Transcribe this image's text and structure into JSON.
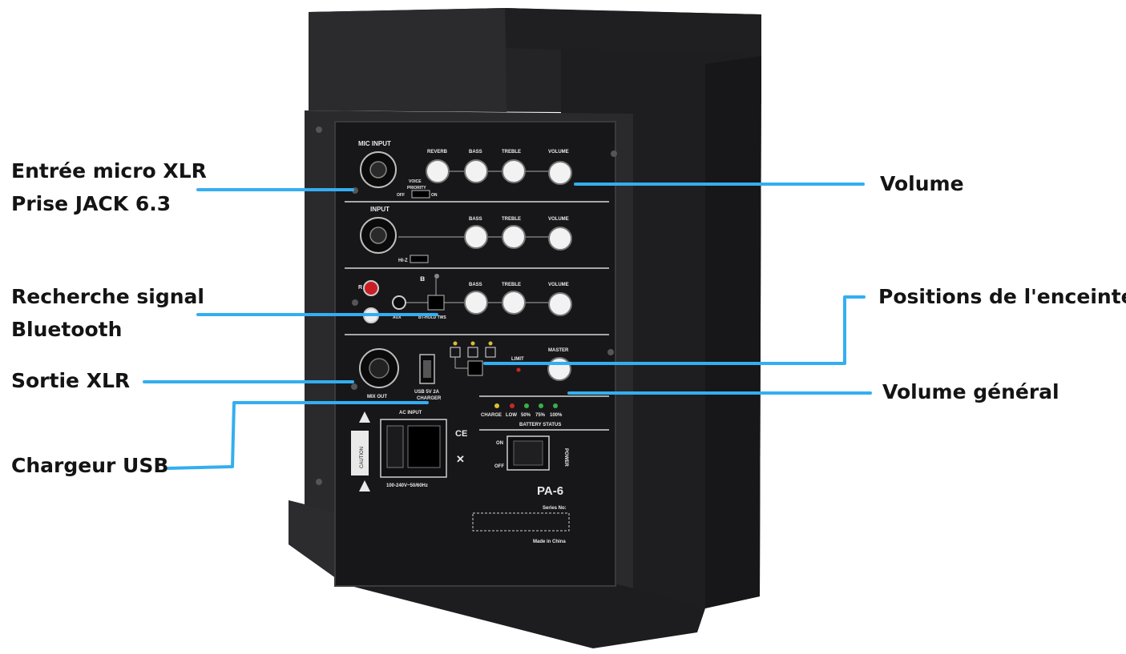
{
  "callouts": {
    "mic_input": {
      "line1": "Entrée micro XLR",
      "line2": "Prise JACK 6.3"
    },
    "bluetooth": {
      "line1": "Recherche signal",
      "line2": "Bluetooth"
    },
    "xlr_out": "Sortie XLR",
    "usb": "Chargeur USB",
    "volume": "Volume",
    "positions": "Positions de l'enceinte",
    "master": "Volume général"
  },
  "panel": {
    "mic_input": "MIC INPUT",
    "input": "INPUT",
    "reverb": "REVERB",
    "bass": "BASS",
    "treble": "TREBLE",
    "volume": "VOLUME",
    "voice": "VOICE",
    "priority": "PRIORITY",
    "off": "OFF",
    "on": "ON",
    "hiz": "HI-Z",
    "r": "R",
    "aux": "AUX",
    "bt_hold": "BT-HOLD TWS",
    "limit": "LIMIT",
    "master": "MASTER",
    "mix_out": "MIX OUT",
    "usb_line1": "USB 5V 2A",
    "usb_line2": "CHARGER",
    "charge": "CHARGE",
    "low": "LOW",
    "p50": "50%",
    "p75": "75%",
    "p100": "100%",
    "battery_status": "BATTERY STATUS",
    "ac_input": "AC INPUT",
    "voltage": "100-240V~50/60Hz",
    "ce": "CE",
    "power_on": "ON",
    "power_off": "OFF",
    "power": "POWER",
    "model": "PA-6",
    "series_no": "Series No:",
    "made_in": "Made in China",
    "caution": "CAUTION"
  },
  "colors": {
    "accent": "#34aef0",
    "text": "#141414",
    "panel": "#1a1a1c",
    "body": "#232325"
  }
}
